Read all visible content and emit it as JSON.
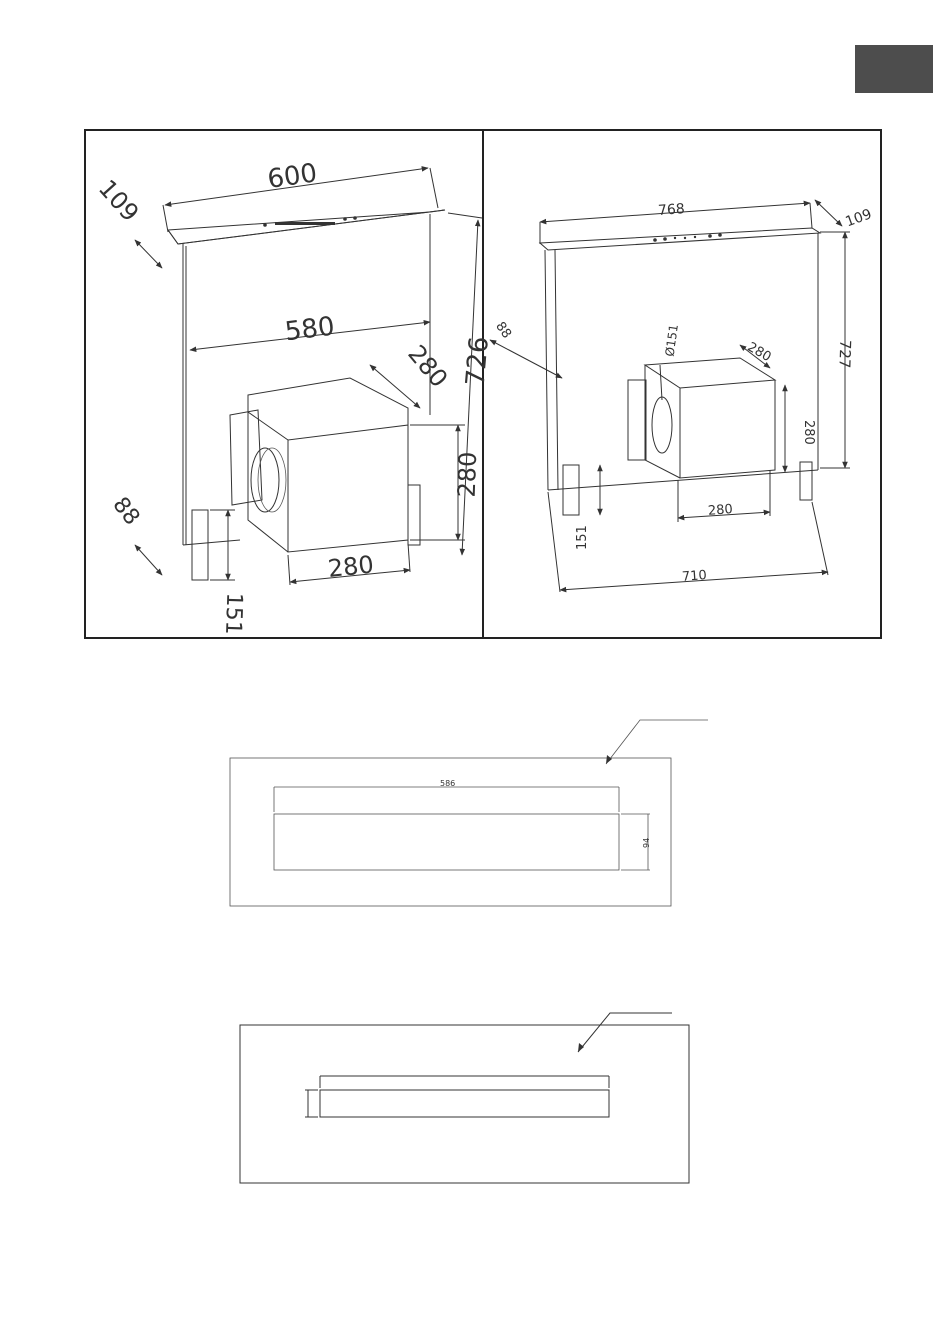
{
  "colors": {
    "tab": "#4d4d4d",
    "line": "#333333"
  },
  "left_view": {
    "width_top": "600",
    "depth_top": "109",
    "width_body": "580",
    "height_total": "726",
    "motor_depth": "280",
    "motor_height": "280",
    "motor_width": "280",
    "foot_offset": "88",
    "foot_height": "151"
  },
  "right_view": {
    "width_top": "768",
    "depth_top": "109",
    "height_total": "727",
    "duct_diameter": "Ø151",
    "motor_depth": "280",
    "motor_height": "280",
    "motor_width": "280",
    "side_offset": "88",
    "foot_height": "151",
    "total_width": "710"
  },
  "cutout_1": {
    "width": "586",
    "height": "94"
  }
}
